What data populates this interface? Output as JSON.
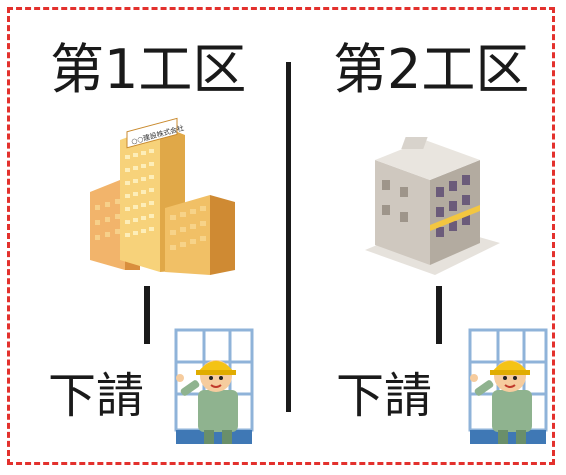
{
  "sections": [
    {
      "title": "第1工区",
      "subcontractor_label": "下請",
      "building_sign": "○○建設株式会社"
    },
    {
      "title": "第2工区",
      "subcontractor_label": "下請"
    }
  ],
  "colors": {
    "dashed_border": "#e3312d",
    "text": "#1a1a1a"
  }
}
